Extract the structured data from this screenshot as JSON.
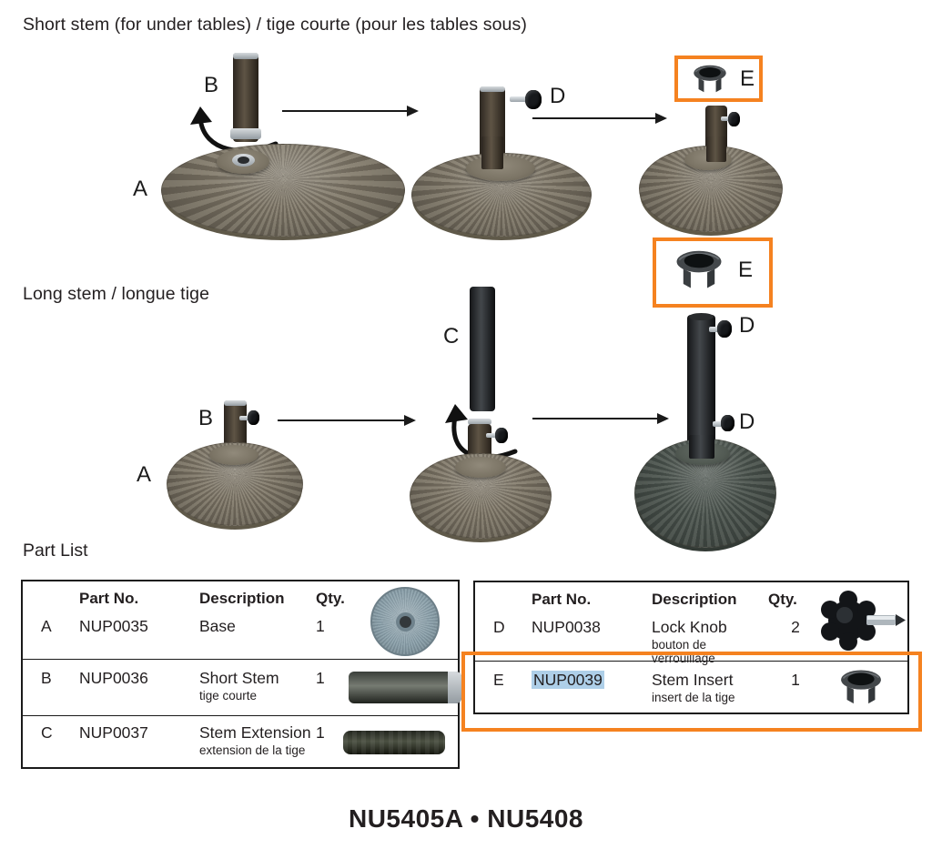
{
  "sections": {
    "short_stem": {
      "title": "Short stem (for under tables) / tige courte (pour les tables sous)",
      "labels": {
        "base": "A",
        "stem": "B",
        "knob": "D",
        "insert": "E"
      }
    },
    "long_stem": {
      "title": "Long stem / longue tige",
      "labels": {
        "base": "A",
        "stem": "B",
        "extension": "C",
        "knob_top": "D",
        "knob_mid": "D",
        "insert": "E"
      }
    }
  },
  "part_list": {
    "title": "Part List",
    "columns": {
      "part_no": "Part No.",
      "description": "Description",
      "qty": "Qty."
    },
    "left_rows": [
      {
        "key": "A",
        "part_no": "NUP0035",
        "description": "Base",
        "description_fr": "",
        "qty": "1"
      },
      {
        "key": "B",
        "part_no": "NUP0036",
        "description": "Short Stem",
        "description_fr": "tige courte",
        "qty": "1"
      },
      {
        "key": "C",
        "part_no": "NUP0037",
        "description": "Stem Extension",
        "description_fr": "extension de la tige",
        "qty": "1"
      }
    ],
    "right_rows": [
      {
        "key": "D",
        "part_no": "NUP0038",
        "description": "Lock Knob",
        "description_fr": "bouton de verrouillage",
        "qty": "2"
      },
      {
        "key": "E",
        "part_no": "NUP0039",
        "description": "Stem Insert",
        "description_fr": "insert de la tige",
        "qty": "1",
        "selected": true
      }
    ]
  },
  "footer": {
    "model_numbers": "NU5405A • NU5408"
  },
  "colors": {
    "highlight_orange": "#F58220",
    "selection_blue": "#AECFE8"
  }
}
